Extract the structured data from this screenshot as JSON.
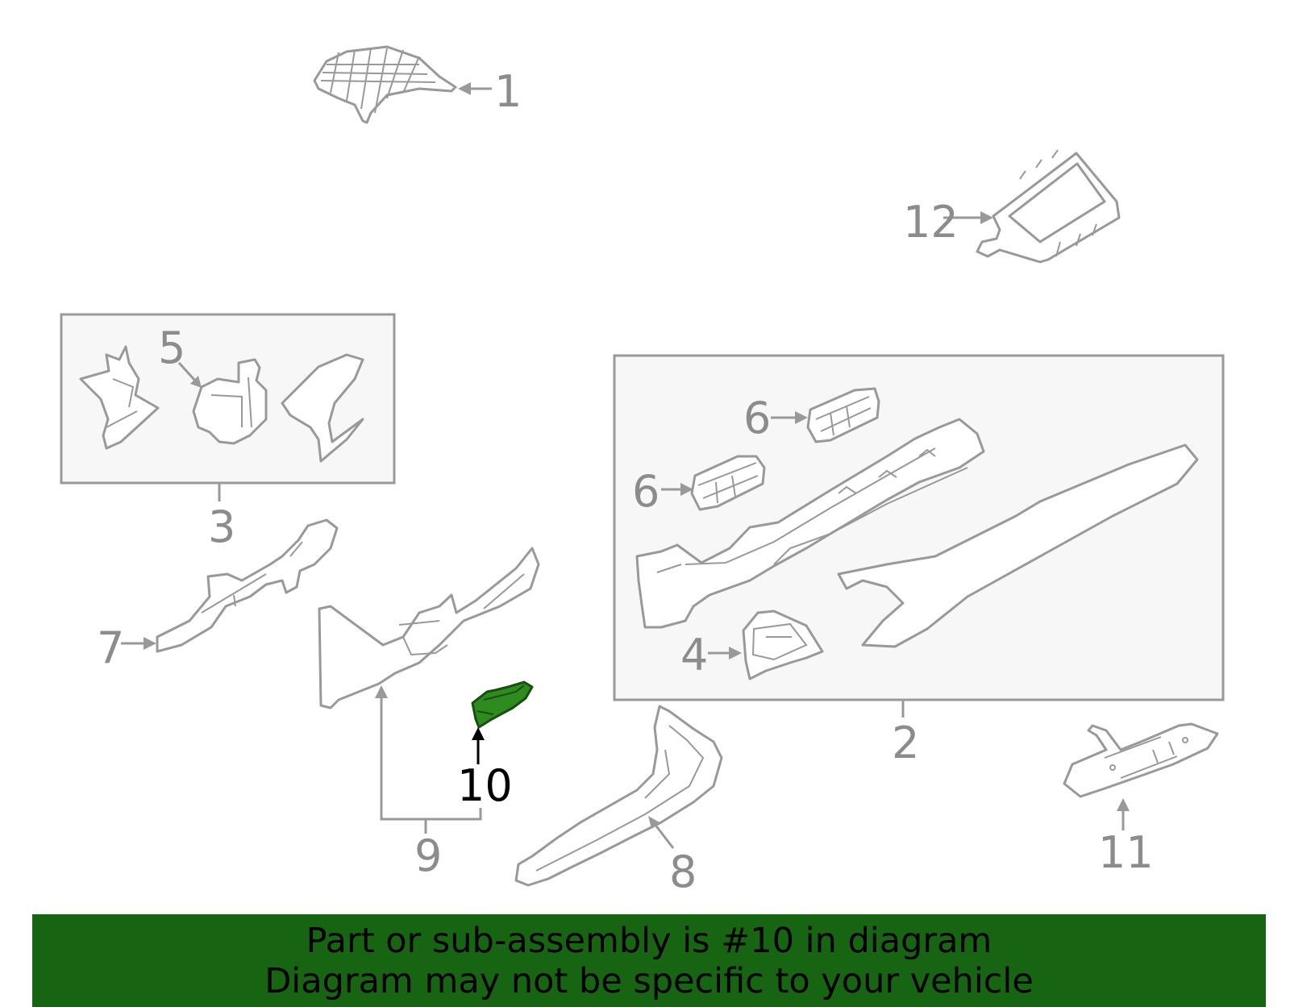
{
  "callouts": [
    {
      "id": "1",
      "text": "1",
      "highlighted": false
    },
    {
      "id": "2",
      "text": "2",
      "highlighted": false
    },
    {
      "id": "3",
      "text": "3",
      "highlighted": false
    },
    {
      "id": "4",
      "text": "4",
      "highlighted": false
    },
    {
      "id": "5",
      "text": "5",
      "highlighted": false
    },
    {
      "id": "6a",
      "text": "6",
      "highlighted": false
    },
    {
      "id": "6b",
      "text": "6",
      "highlighted": false
    },
    {
      "id": "7",
      "text": "7",
      "highlighted": false
    },
    {
      "id": "8",
      "text": "8",
      "highlighted": false
    },
    {
      "id": "9",
      "text": "9",
      "highlighted": false
    },
    {
      "id": "10",
      "text": "10",
      "highlighted": true
    },
    {
      "id": "11",
      "text": "11",
      "highlighted": false
    },
    {
      "id": "12",
      "text": "12",
      "highlighted": false
    }
  ],
  "banner": {
    "line1": "Part or sub-assembly is #10 in diagram",
    "line2": "Diagram may not be specific to your vehicle"
  },
  "colors": {
    "highlight_part": "#2e8b1e",
    "banner_bg": "#176412",
    "line_gray": "#999999",
    "label_gray": "#8c8c8c"
  }
}
